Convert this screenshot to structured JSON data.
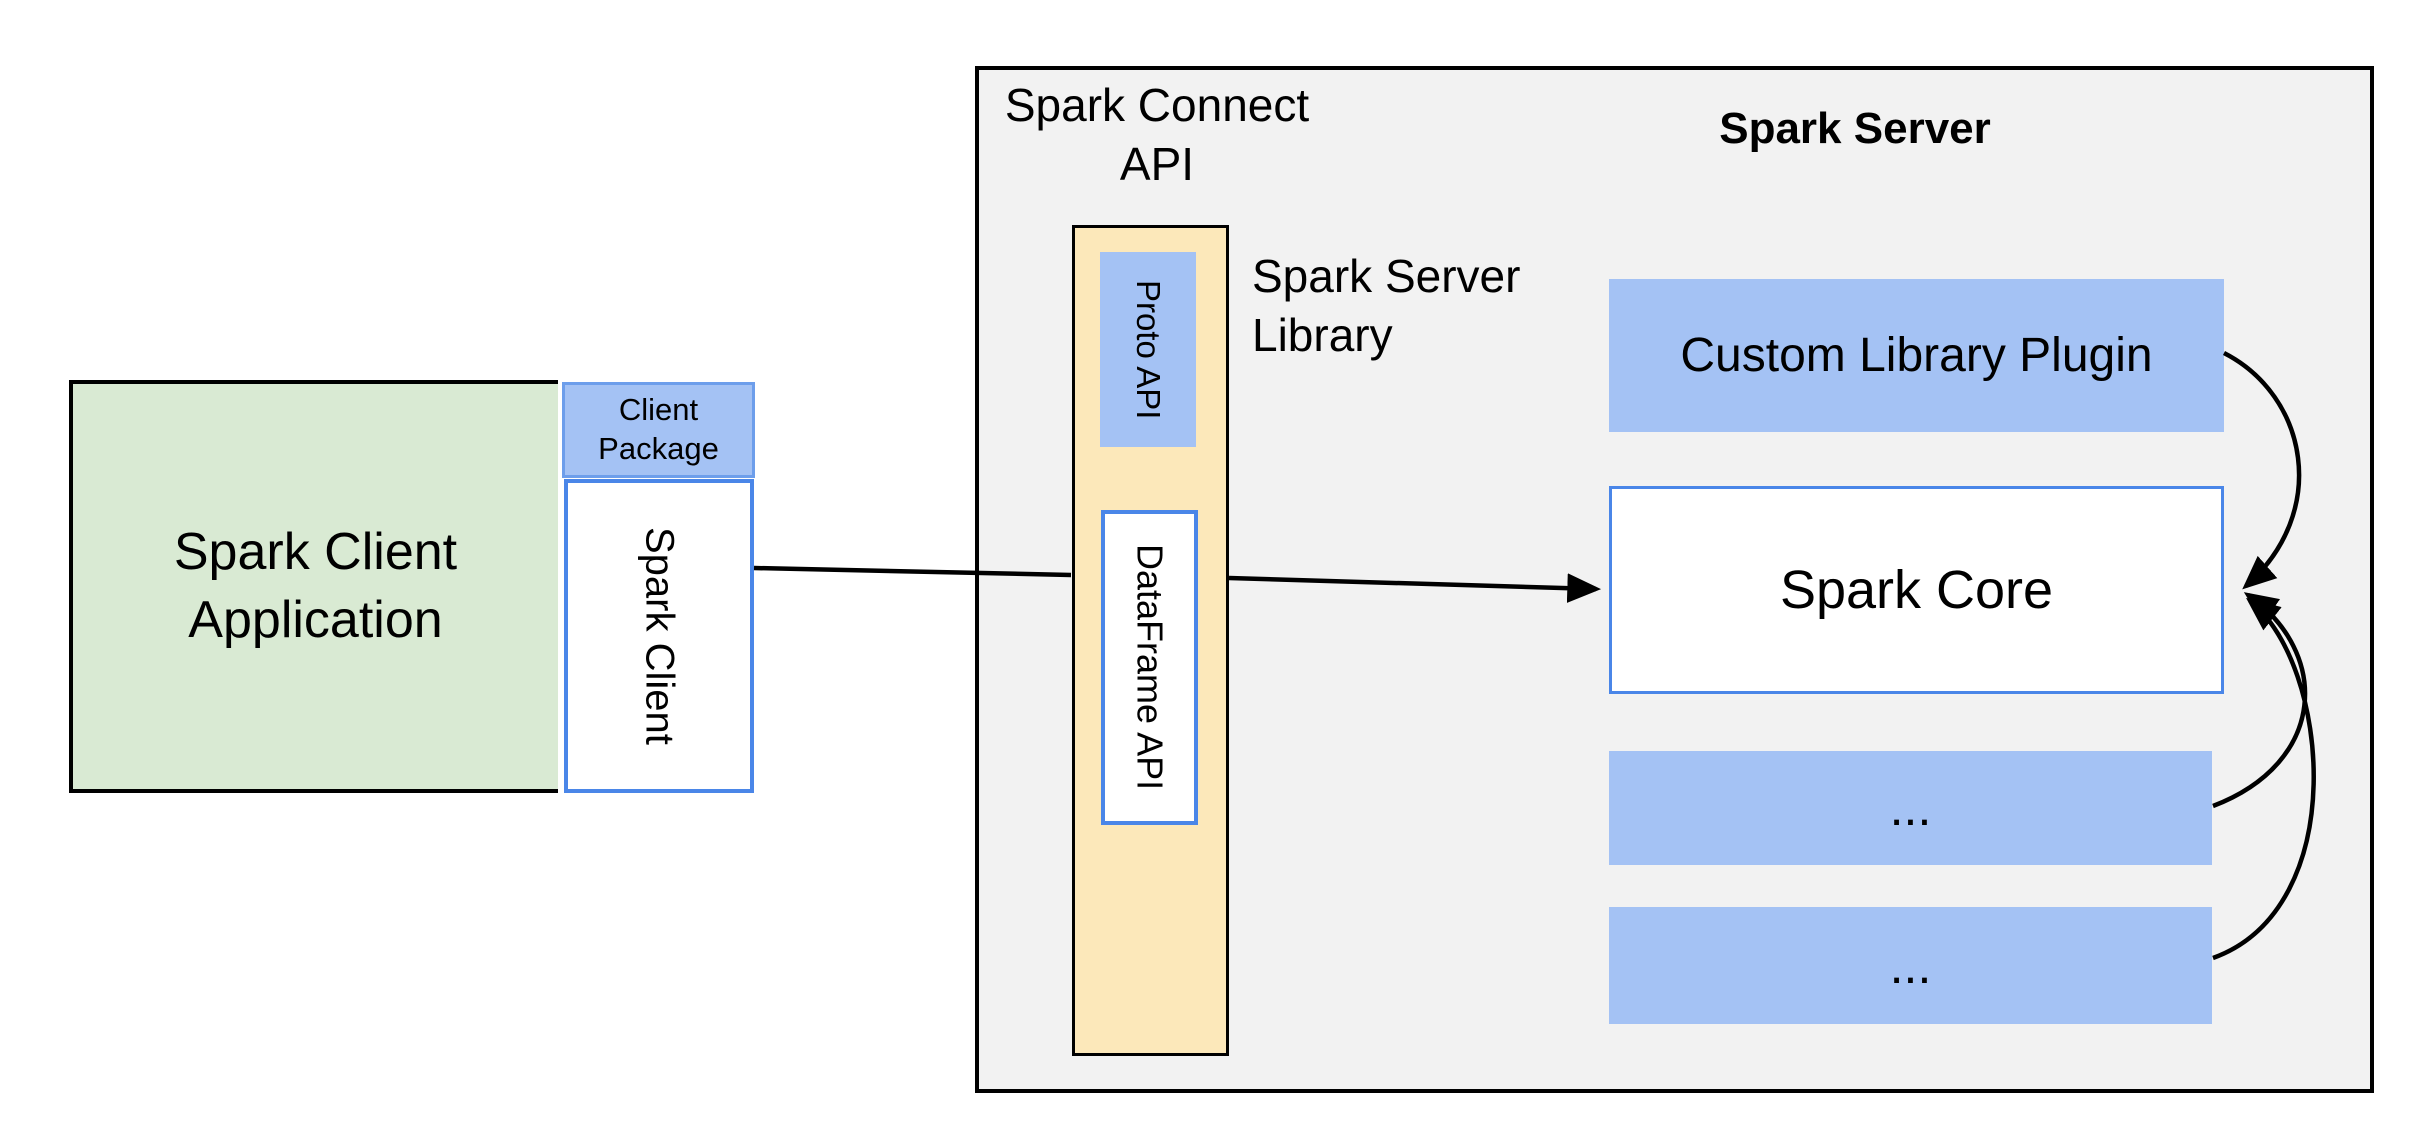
{
  "labels": {
    "spark_client_application": "Spark Client Application",
    "client_package": "Client Package",
    "spark_client": "Spark Client",
    "spark_connect_api": "Spark Connect API",
    "spark_server": "Spark Server",
    "spark_server_library": "Spark Server Library",
    "proto_api": "Proto API",
    "dataframe_api": "DataFrame API",
    "custom_library_plugin": "Custom Library Plugin",
    "spark_core": "Spark Core",
    "ellipsis_top": "...",
    "ellipsis_bottom": "..."
  },
  "colors": {
    "green-fill": "#d9ead3",
    "blue-fill": "#a4c2f4",
    "blue-border": "#4a86e8",
    "blue-border-light": "#6d9eeb",
    "yellow-fill": "#fce8ba",
    "container-fill": "#f2f2f2",
    "line": "#000000"
  },
  "edges": [
    {
      "from": "spark-client",
      "to": "spark-core",
      "style": "straight-arrow"
    },
    {
      "from": "custom-library-plugin",
      "to": "spark-core",
      "style": "curved-arrow"
    },
    {
      "from": "ellipsis-box-1",
      "to": "spark-core",
      "style": "curved-arrow"
    },
    {
      "from": "ellipsis-box-2",
      "to": "spark-core",
      "style": "curved-arrow"
    }
  ]
}
